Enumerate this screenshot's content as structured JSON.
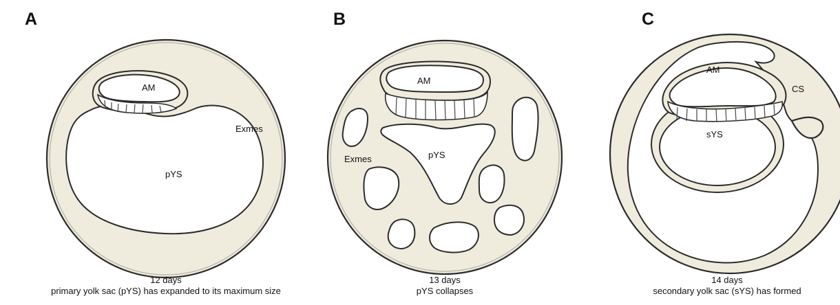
{
  "panels": [
    {
      "letter": "A",
      "labels": {
        "amnion": "AM",
        "yolk_sac": "pYS",
        "exmes": "Exmes"
      },
      "caption_line1": "12 days",
      "caption_line2": "primary yolk sac (pYS) has expanded to its maximum size"
    },
    {
      "letter": "B",
      "labels": {
        "amnion": "AM",
        "yolk_sac": "pYS",
        "exmes": "Exmes"
      },
      "caption_line1": "13 days",
      "caption_line2": "pYS collapses"
    },
    {
      "letter": "C",
      "labels": {
        "amnion": "AM",
        "yolk_sac": "sYS",
        "chorionic_space": "CS"
      },
      "caption_line1": "14 days",
      "caption_line2": "secondary yolk sac (sYS) has formed"
    }
  ],
  "colors": {
    "tissue": "#efebdd",
    "outline": "#2b2b2b",
    "cavity": "#ffffff"
  }
}
